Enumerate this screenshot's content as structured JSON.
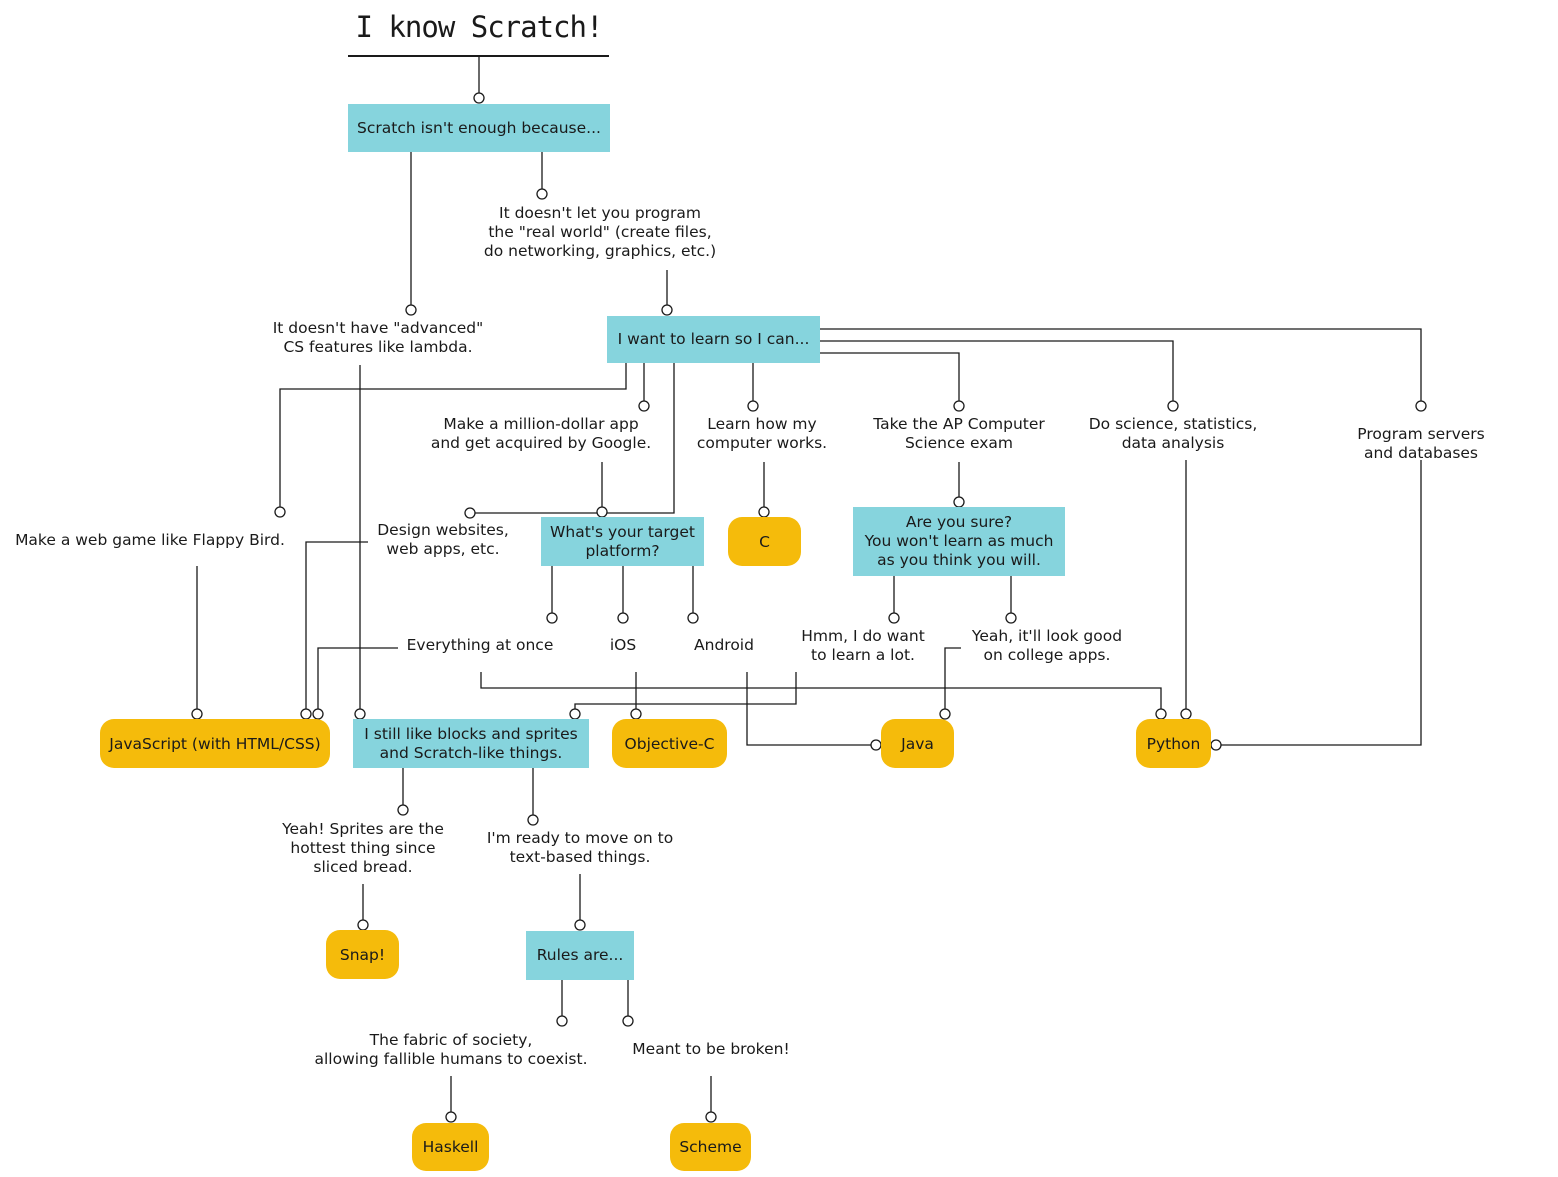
{
  "title": "I know Scratch!",
  "colors": {
    "question_fill": "#86d4dd",
    "answer_fill": "#f5bb0b",
    "line": "#1a1a1a"
  },
  "questions": {
    "scratch_not_enough": "Scratch isn't enough because...",
    "learn_so_i_can": "I want to learn so I can...",
    "target_platform": "What's your target\nplatform?",
    "are_you_sure": "Are you sure?\nYou won't learn as much\nas you think you will.",
    "still_like_blocks": "I still like blocks and sprites\nand Scratch-like things.",
    "rules_are": "Rules are..."
  },
  "options": {
    "real_world": "It doesn't let you program\nthe \"real world\" (create files,\ndo networking, graphics, etc.)",
    "advanced_cs": "It doesn't have \"advanced\"\nCS features like lambda.",
    "million_dollar_app": "Make a million-dollar app\nand get acquired by Google.",
    "how_computer_works": "Learn how my\ncomputer works.",
    "ap_exam": "Take the AP Computer\nScience exam",
    "science_stats": "Do science, statistics,\ndata analysis",
    "servers_databases": "Program servers and databases",
    "web_game": "Make a web game like Flappy Bird.",
    "design_websites": "Design websites,\nweb apps, etc.",
    "everything_at_once": "Everything at once",
    "ios": "iOS",
    "android": "Android",
    "do_want_to_learn": "Hmm, I do want\nto learn a lot.",
    "college_apps": "Yeah, it'll look good\non college apps.",
    "sprites_hottest": "Yeah! Sprites are the\nhottest thing since\nsliced bread.",
    "ready_text_based": "I'm ready to move on to\ntext-based things.",
    "fabric_of_society": "The fabric of society,\nallowing fallible humans to coexist.",
    "meant_to_be_broken": "Meant to be broken!"
  },
  "languages": {
    "javascript": "JavaScript (with HTML/CSS)",
    "objective_c": "Objective-C",
    "java": "Java",
    "python": "Python",
    "c": "C",
    "snap": "Snap!",
    "haskell": "Haskell",
    "scheme": "Scheme"
  }
}
